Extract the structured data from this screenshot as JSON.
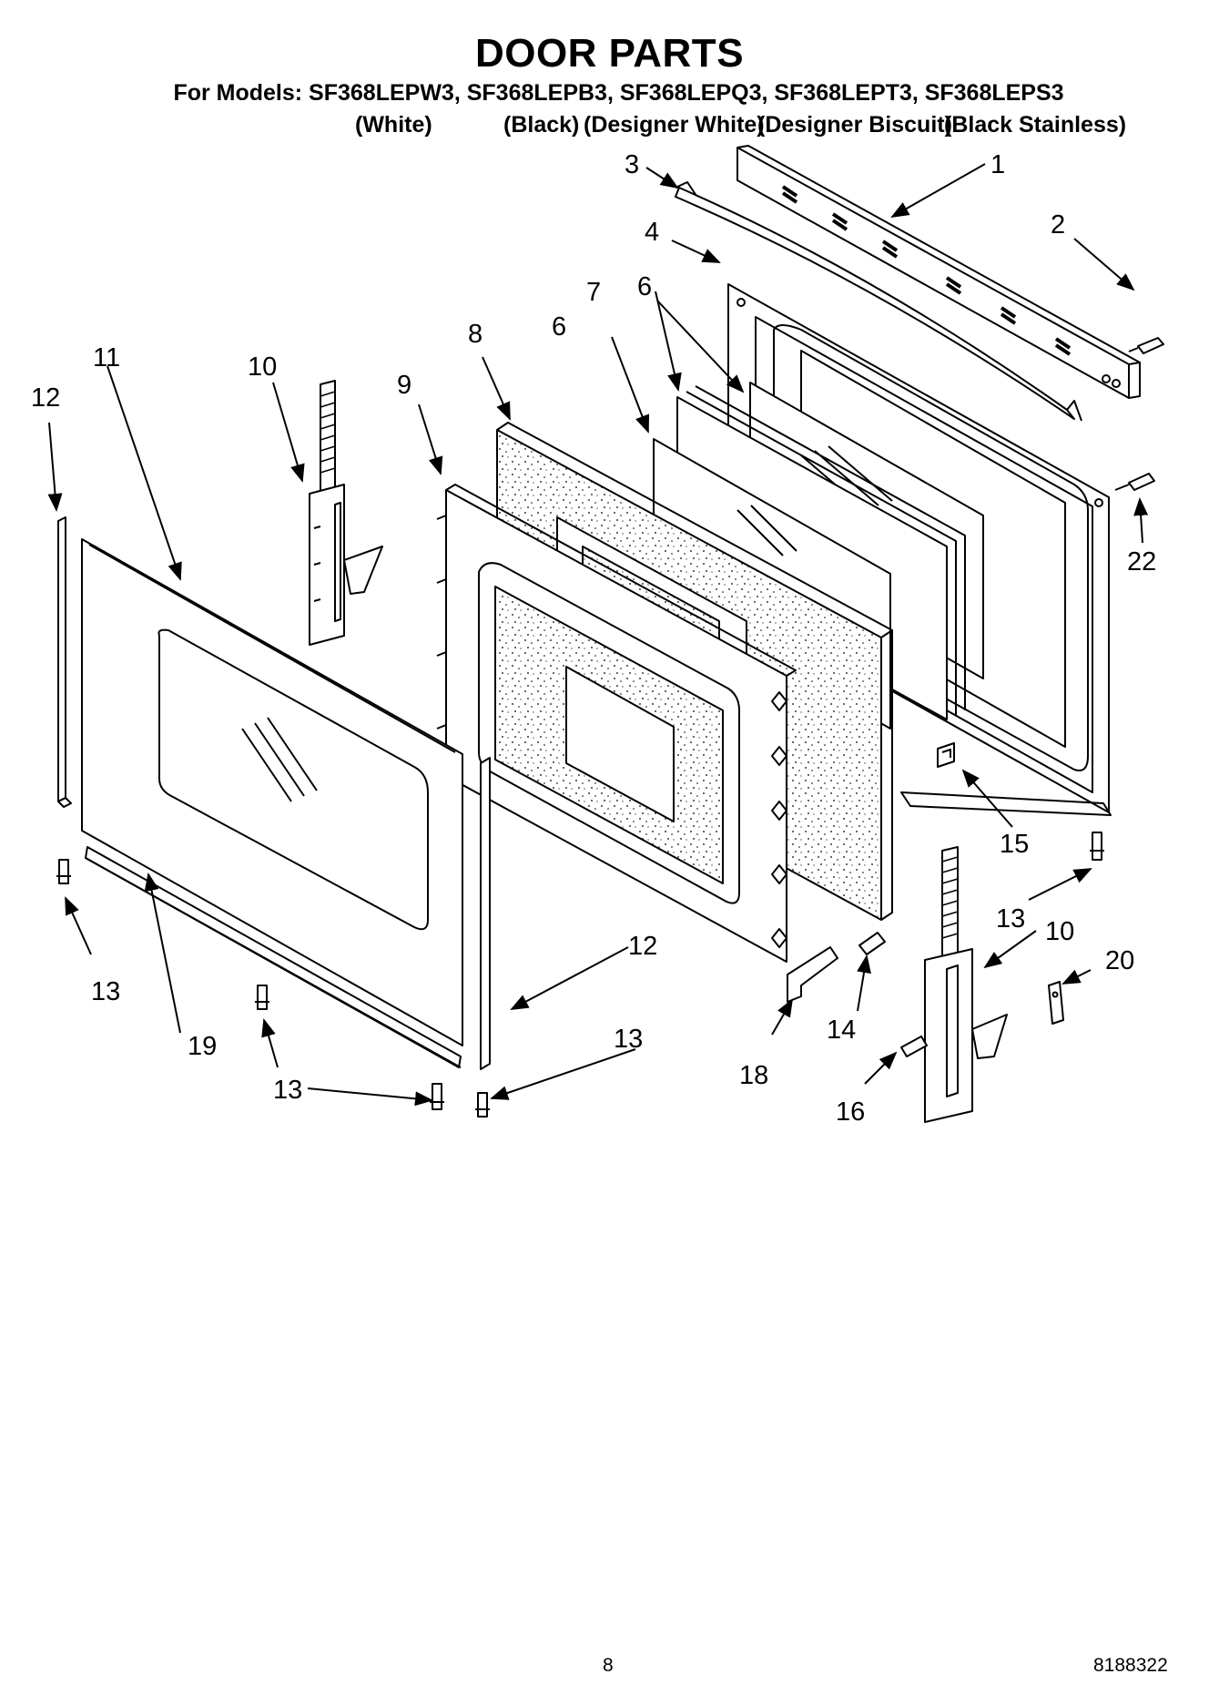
{
  "header": {
    "title": "DOOR PARTS",
    "models_line": "For Models: SF368LEPW3, SF368LEPB3, SF368LEPQ3, SF368LEPT3, SF368LEPS3",
    "colors": [
      "(White)",
      "(Black)",
      "(Designer White)",
      "(Designer Biscuit)",
      "(Black Stainless)"
    ]
  },
  "diagram": {
    "callouts": [
      "1",
      "2",
      "3",
      "4",
      "6",
      "7",
      "6",
      "8",
      "9",
      "10",
      "11",
      "12",
      "22",
      "15",
      "13",
      "10",
      "20",
      "12",
      "13",
      "13",
      "19",
      "13",
      "14",
      "18",
      "16",
      "13"
    ]
  },
  "footer": {
    "page_number": "8",
    "part_number": "8188322"
  }
}
